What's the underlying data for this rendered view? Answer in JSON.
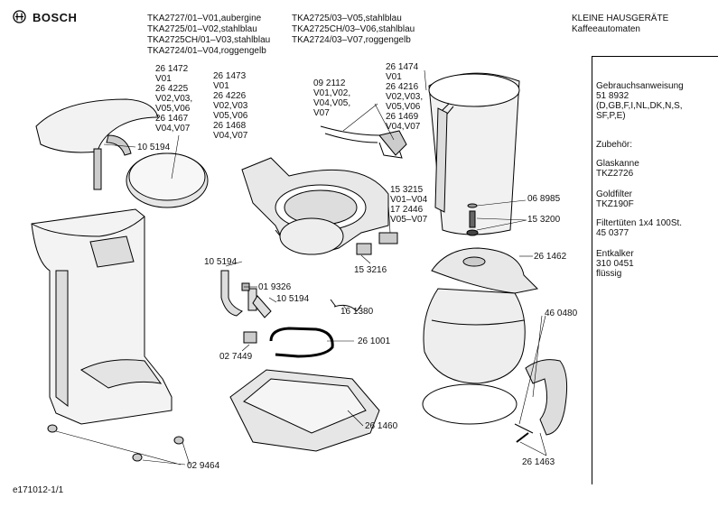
{
  "header": {
    "brand": "BOSCH",
    "models_col1": [
      "TKA2727/01–V01,aubergine",
      "TKA2725/01–V02,stahlblau",
      "TKA2725CH/01–V03,stahlblau",
      "TKA2724/01–V04,roggengelb"
    ],
    "models_col2": [
      "TKA2725/03–V05,stahlblau",
      "TKA2725CH/03–V06,stahlblau",
      "TKA2724/03–V07,roggengelb"
    ],
    "category": [
      "KLEINE HAUSGERÄTE",
      "Kaffeeautomaten"
    ]
  },
  "sidebar": {
    "manual": "Gebrauchsanweisung\n51 8932\n(D,GB,F,I,NL,DK,N,S,\nSF,P,E)",
    "accessories_title": "Zubehör:",
    "glaskanne": "Glaskanne\nTKZ2726",
    "goldfilter": "Goldfilter\nTKZ190F",
    "filtertueten": "Filtertüten 1x4 100St.\n45 0377",
    "entkalker": "Entkalker\n310 0451\nflüssig"
  },
  "parts": {
    "p1": "26 1472\nV01\n26 4225\nV02,V03,\nV05,V06\n26 1467\nV04,V07",
    "p2": "26 1473\nV01\n26 4226\nV02,V03\nV05,V06\n26 1468\nV04,V07",
    "p3": "09 2112\nV01,V02,\nV04,V05,\nV07",
    "p4": "26 1474\nV01\n26 4216\nV02,V03,\nV05,V06\n26 1469\nV04,V07",
    "p5": "10 5194",
    "p6": "15 3215\nV01–V04\n17 2446\nV05–V07",
    "p7": "06 8985",
    "p8": "15 3200",
    "p9": "15 3216",
    "p10": "10 5194",
    "p11": "01 9326",
    "p12": "10 5194",
    "p13": "16 1380",
    "p14": "26 1462",
    "p15": "46 0480",
    "p16": "26 1001",
    "p17": "02 7449",
    "p18": "26 1460",
    "p19": "02 9464",
    "p20": "26 1463"
  },
  "footer": {
    "code": "e171012-1/1"
  }
}
